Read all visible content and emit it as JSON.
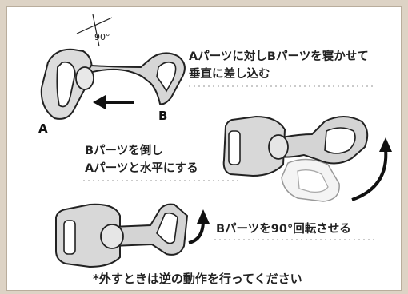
{
  "labels": {
    "a": "A",
    "b": "B",
    "angle": "90°"
  },
  "steps": [
    {
      "line1": "Aパーツに対しBパーツを寝かせて",
      "line2": "垂直に差し込む"
    },
    {
      "line1": "Bパーツを倒し",
      "line2": "Aパーツと水平にする"
    },
    {
      "line1": "Bパーツを90°回転させる"
    }
  ],
  "note": "*外すときは逆の動作を行ってください",
  "colors": {
    "background": "#ddd3c5",
    "panel": "#ffffff",
    "part_fill": "#d6d6d6",
    "outline": "#222222",
    "dots": "#b8b8b8"
  }
}
